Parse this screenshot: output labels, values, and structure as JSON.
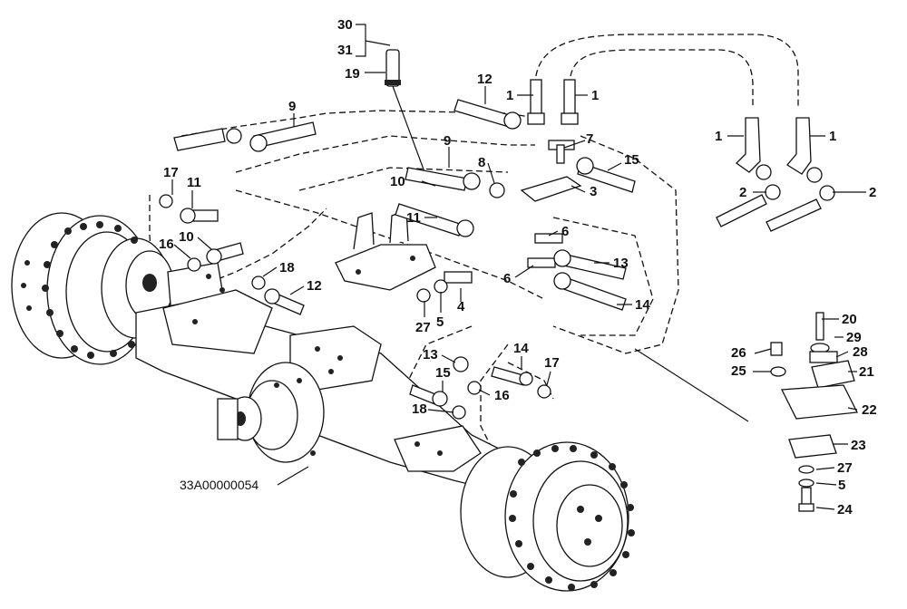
{
  "drawing_code": "33A00000054",
  "callouts": [
    {
      "id": "c30",
      "text": "30"
    },
    {
      "id": "c31",
      "text": "31"
    },
    {
      "id": "c19",
      "text": "19"
    },
    {
      "id": "c12a",
      "text": "12"
    },
    {
      "id": "c1a",
      "text": "1"
    },
    {
      "id": "c1b",
      "text": "1"
    },
    {
      "id": "c1c",
      "text": "1"
    },
    {
      "id": "c1d",
      "text": "1"
    },
    {
      "id": "c9a",
      "text": "9"
    },
    {
      "id": "c9b",
      "text": "9"
    },
    {
      "id": "c7",
      "text": "7"
    },
    {
      "id": "c15a",
      "text": "15"
    },
    {
      "id": "c8",
      "text": "8"
    },
    {
      "id": "c10a",
      "text": "10"
    },
    {
      "id": "c3",
      "text": "3"
    },
    {
      "id": "c2a",
      "text": "2"
    },
    {
      "id": "c2b",
      "text": "2"
    },
    {
      "id": "c17a",
      "text": "17"
    },
    {
      "id": "c11a",
      "text": "11"
    },
    {
      "id": "c11b",
      "text": "11"
    },
    {
      "id": "c6a",
      "text": "6"
    },
    {
      "id": "c6b",
      "text": "6"
    },
    {
      "id": "c16a",
      "text": "16"
    },
    {
      "id": "c10b",
      "text": "10"
    },
    {
      "id": "c13a",
      "text": "13"
    },
    {
      "id": "c18a",
      "text": "18"
    },
    {
      "id": "c12b",
      "text": "12"
    },
    {
      "id": "c14a",
      "text": "14"
    },
    {
      "id": "c27a",
      "text": "27"
    },
    {
      "id": "c5a",
      "text": "5"
    },
    {
      "id": "c4",
      "text": "4"
    },
    {
      "id": "c20",
      "text": "20"
    },
    {
      "id": "c29",
      "text": "29"
    },
    {
      "id": "c26",
      "text": "26"
    },
    {
      "id": "c28",
      "text": "28"
    },
    {
      "id": "c25",
      "text": "25"
    },
    {
      "id": "c21",
      "text": "21"
    },
    {
      "id": "c13b",
      "text": "13"
    },
    {
      "id": "c14b",
      "text": "14"
    },
    {
      "id": "c15b",
      "text": "15"
    },
    {
      "id": "c17b",
      "text": "17"
    },
    {
      "id": "c16b",
      "text": "16"
    },
    {
      "id": "c18b",
      "text": "18"
    },
    {
      "id": "c22",
      "text": "22"
    },
    {
      "id": "c23",
      "text": "23"
    },
    {
      "id": "c27b",
      "text": "27"
    },
    {
      "id": "c5b",
      "text": "5"
    },
    {
      "id": "c24",
      "text": "24"
    }
  ]
}
